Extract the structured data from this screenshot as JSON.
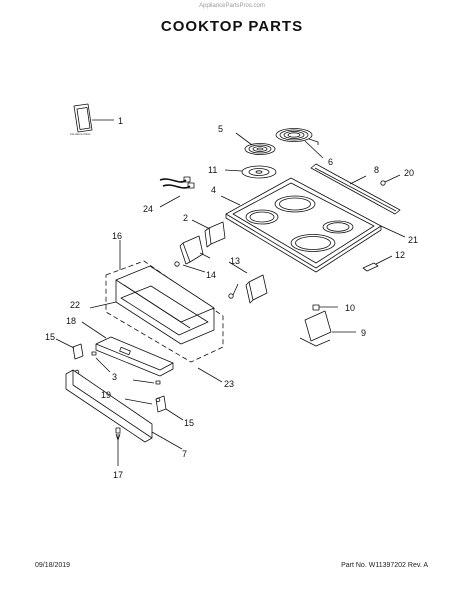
{
  "header": {
    "watermark": "AppliancePartsPros.com",
    "title": "COOKTOP PARTS"
  },
  "manual_label": "Literature Parts",
  "callouts": [
    {
      "id": "c1",
      "label": "1"
    },
    {
      "id": "c2",
      "label": "2"
    },
    {
      "id": "c3",
      "label": "3"
    },
    {
      "id": "c4",
      "label": "4"
    },
    {
      "id": "c5",
      "label": "5"
    },
    {
      "id": "c6",
      "label": "6"
    },
    {
      "id": "c7",
      "label": "7"
    },
    {
      "id": "c8",
      "label": "8"
    },
    {
      "id": "c9",
      "label": "9"
    },
    {
      "id": "c10",
      "label": "10"
    },
    {
      "id": "c11",
      "label": "11"
    },
    {
      "id": "c12",
      "label": "12"
    },
    {
      "id": "c13",
      "label": "13"
    },
    {
      "id": "c14",
      "label": "14"
    },
    {
      "id": "c15a",
      "label": "15"
    },
    {
      "id": "c15b",
      "label": "15"
    },
    {
      "id": "c16",
      "label": "16"
    },
    {
      "id": "c17",
      "label": "17"
    },
    {
      "id": "c18",
      "label": "18"
    },
    {
      "id": "c19",
      "label": "19"
    },
    {
      "id": "c20",
      "label": "20"
    },
    {
      "id": "c21",
      "label": "21"
    },
    {
      "id": "c22",
      "label": "22"
    },
    {
      "id": "c23",
      "label": "23"
    },
    {
      "id": "c24",
      "label": "24"
    }
  ],
  "footer": {
    "date": "09/18/2019",
    "part_no": "Part No. W11397202  Rev. A"
  }
}
